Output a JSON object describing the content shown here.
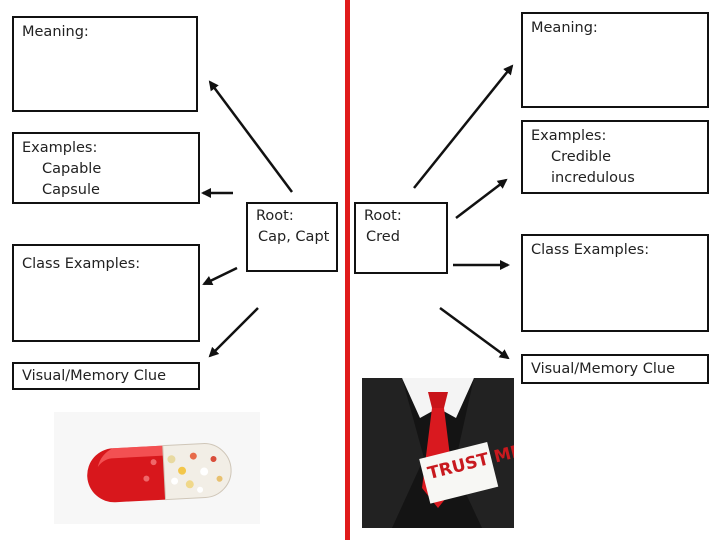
{
  "left": {
    "meaning_label": "Meaning:",
    "examples_label": "Examples:",
    "examples": [
      "Capable",
      "Capsule"
    ],
    "class_examples_label": "Class Examples:",
    "visual_clue_label": "Visual/Memory Clue",
    "root_label": "Root:",
    "root_value": "Cap, Capt"
  },
  "right": {
    "meaning_label": "Meaning:",
    "examples_label": "Examples:",
    "examples": [
      "Credible",
      "incredulous"
    ],
    "class_examples_label": "Class Examples:",
    "visual_clue_label": "Visual/Memory Clue",
    "root_label": "Root:",
    "root_value": "Cred",
    "image_text": "TRUST ME!"
  },
  "colors": {
    "divider": "#e01b1b",
    "capsule_red": "#d8171c",
    "tie_red": "#d9191f"
  }
}
